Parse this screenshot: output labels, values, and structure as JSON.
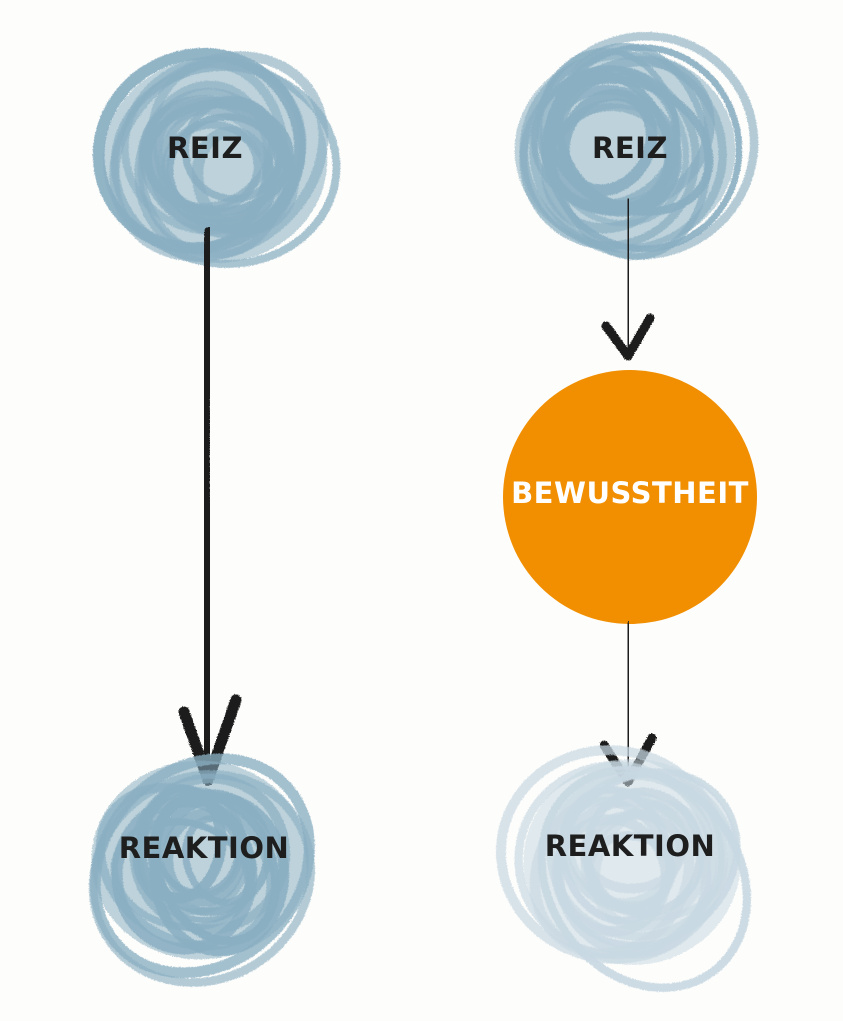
{
  "colors": {
    "background": "#fdfdfb",
    "scribble_blue": "#8aafc2",
    "scribble_blue_pale": "#c9d9e3",
    "accent_orange": "#f18f00",
    "arrow": "#1c1c1c",
    "text_dark": "#1e1e1e",
    "text_light": "#ffffff"
  },
  "left_column": {
    "stimulus_label": "REIZ",
    "reaction_label": "REAKTION"
  },
  "right_column": {
    "stimulus_label": "REIZ",
    "awareness_label": "BEWUSSTHEIT",
    "reaction_label": "REAKTION"
  }
}
